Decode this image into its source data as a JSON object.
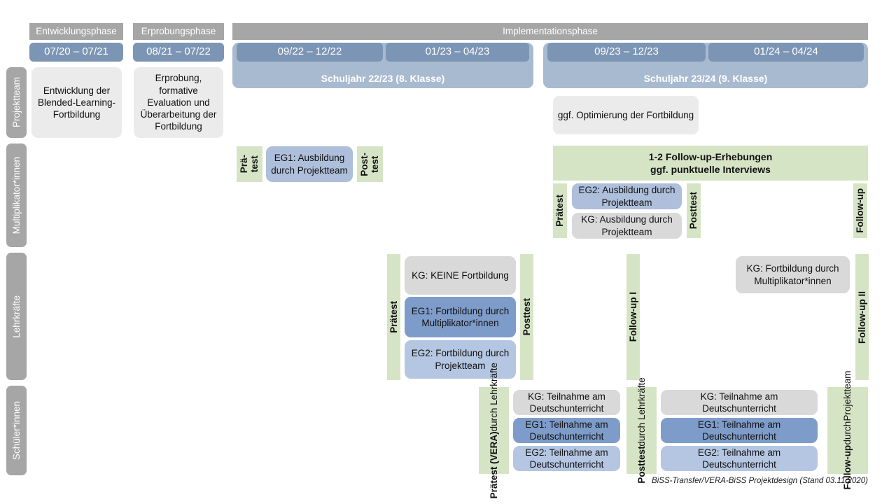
{
  "meta": {
    "footer_note": "BiSS-Transfer/VERA-BiSS Projektdesign (Stand 03.11.2020)"
  },
  "colors": {
    "header_grey": "#a6a6a6",
    "period_blue": "#7c95b4",
    "schoolyear_blue": "#a8bacf",
    "green": "#d6e4c6",
    "grey_light": "#ebebeb",
    "grey": "#d9d9d9",
    "blue_mid": "#aebfdb",
    "blue_dark": "#7e9cca",
    "blue_pale": "#b4c6e2"
  },
  "phases": [
    {
      "label": "Entwicklungsphase"
    },
    {
      "label": "Erprobungsphase"
    },
    {
      "label": "Implementationsphase"
    }
  ],
  "periods": [
    {
      "label": "07/20 – 07/21"
    },
    {
      "label": "08/21 – 07/22"
    },
    {
      "label": "09/22 – 12/22"
    },
    {
      "label": "01/23 – 04/23"
    },
    {
      "label": "09/23 – 12/23"
    },
    {
      "label": "01/24 – 04/24"
    }
  ],
  "school_years": [
    {
      "label": "Schuljahr 22/23 (8. Klasse)"
    },
    {
      "label": "Schuljahr 23/24 (9. Klasse)"
    }
  ],
  "rows": [
    {
      "label": "Projektteam"
    },
    {
      "label": "Multiplikator*innen"
    },
    {
      "label": "Lehrkräfte"
    },
    {
      "label": "Schüler*innen"
    }
  ],
  "projektteam": {
    "entwicklung": "Entwicklung der Blended-Learning-Fortbildung",
    "erprobung": "Erprobung, formative Evaluation und Überarbeitung der Fortbildung",
    "optimierung": "ggf. Optimierung der Fortbildung"
  },
  "multiplikatoren": {
    "praetest_short_line1": "Prä-",
    "praetest_short_line2": "test",
    "posttest_short_line1": "Post-",
    "posttest_short_line2": "test",
    "eg1_ausbildung": "EG1: Ausbildung durch Projektteam",
    "followup_band_line1": "1-2 Follow-up-Erhebungen",
    "followup_band_line2": "ggf. punktuelle Interviews",
    "praetest": "Prätest",
    "posttest": "Posttest",
    "followup": "Follow-up",
    "eg2_ausbildung": "EG2: Ausbildung durch Projektteam",
    "kg_ausbildung": "KG: Ausbildung durch Projektteam"
  },
  "lehrkraefte": {
    "praetest": "Prätest",
    "posttest": "Posttest",
    "followup_1": "Follow-up I",
    "followup_2": "Follow-up II",
    "kg_keine": "KG:  KEINE Fortbildung",
    "eg1_fortbildung": "EG1: Fortbildung durch Multiplikator*innen",
    "eg2_fortbildung": "EG2: Fortbildung durch Projektteam",
    "kg_fortbildung": "KG: Fortbildung durch Multiplikator*innen"
  },
  "schueler": {
    "praetest_bold": "Prätest (VERA)",
    "praetest_sub": "durch Lehrkräfte",
    "posttest_bold": "Posttest",
    "posttest_sub": "durch Lehrkräfte",
    "followup_bold": "Follow-up",
    "followup_sub1": "durch",
    "followup_sub2": "Projektteam",
    "left": {
      "kg": "KG: Teilnahme am Deutschunterricht",
      "eg1": "EG1: Teilnahme am Deutschunterricht",
      "eg2": "EG2: Teilnahme am Deutschunterricht"
    },
    "right": {
      "kg": "KG: Teilnahme am Deutschunterricht",
      "eg1": "EG1: Teilnahme am Deutschunterricht",
      "eg2": "EG2: Teilnahme am Deutschunterricht"
    }
  }
}
